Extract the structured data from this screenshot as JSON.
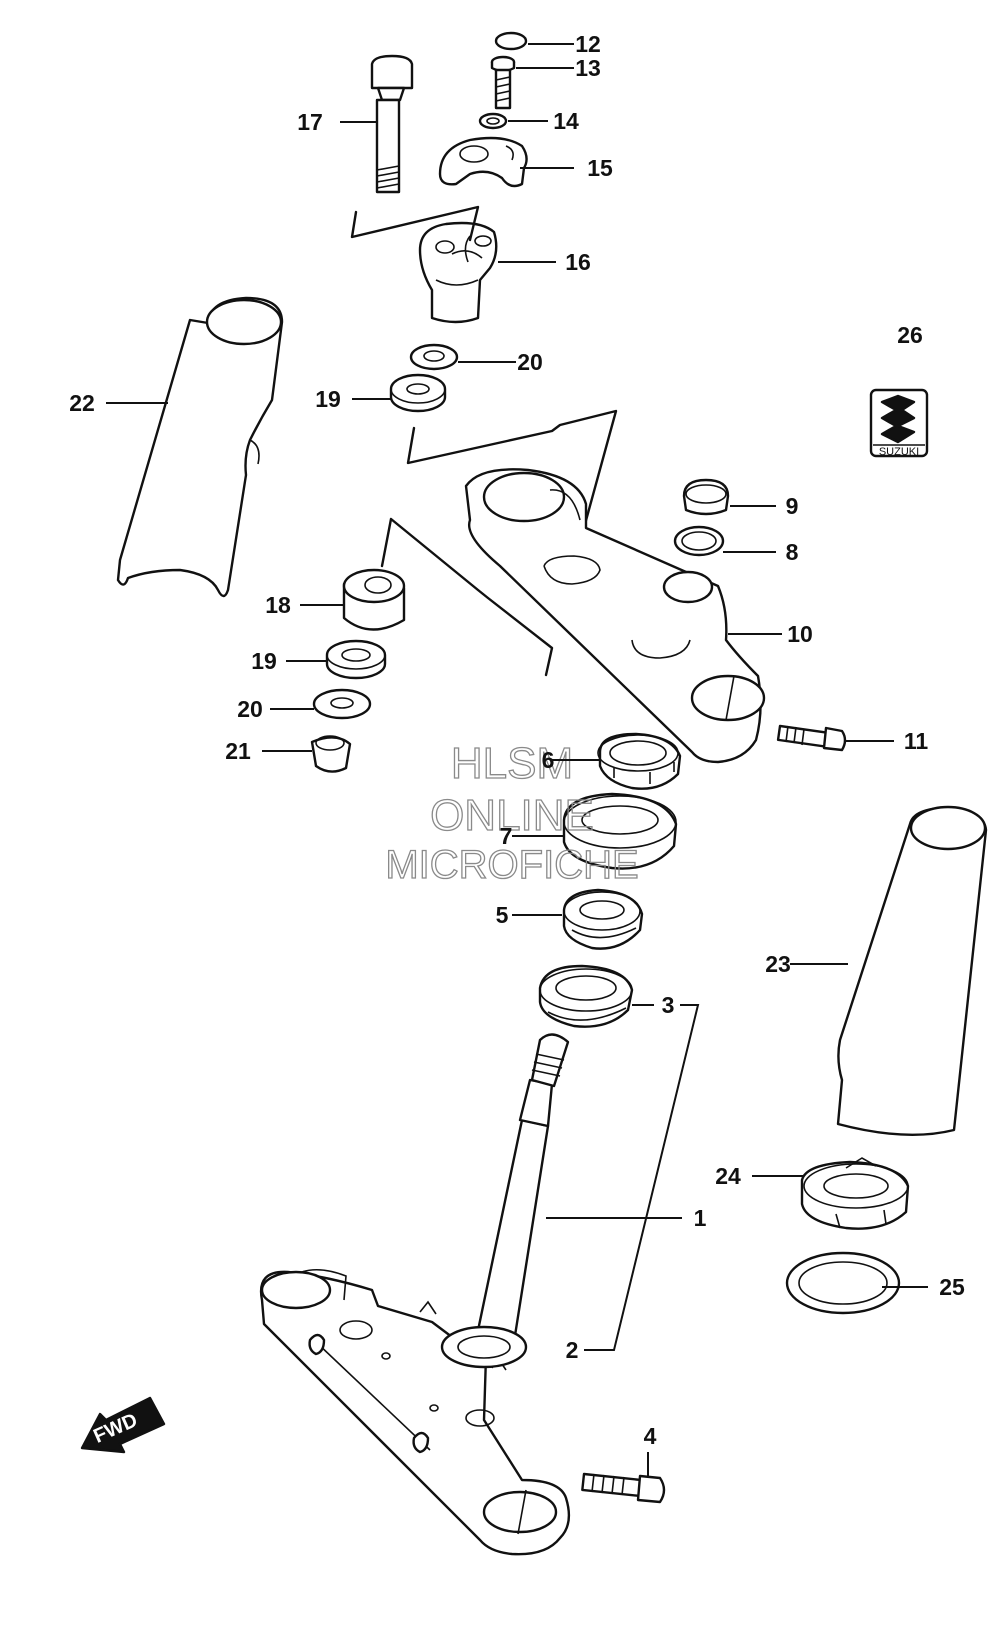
{
  "diagram": {
    "part_numbers": [
      "1",
      "2",
      "3",
      "4",
      "5",
      "6",
      "7",
      "8",
      "9",
      "10",
      "11",
      "12",
      "13",
      "14",
      "15",
      "16",
      "17",
      "18",
      "19",
      "20",
      "21",
      "22",
      "23",
      "24",
      "25",
      "26"
    ],
    "callouts": {
      "p1": "1",
      "p2": "2",
      "p3": "3",
      "p4": "4",
      "p5": "5",
      "p6": "6",
      "p7": "7",
      "p8": "8",
      "p9": "9",
      "p10": "10",
      "p11": "11",
      "p12": "12",
      "p13": "13",
      "p14": "14",
      "p15": "15",
      "p16": "16",
      "p17": "17",
      "p18": "18",
      "p19a": "19",
      "p19b": "19",
      "p20a": "20",
      "p20b": "20",
      "p21": "21",
      "p22": "22",
      "p23": "23",
      "p24": "24",
      "p25": "25",
      "p26": "26"
    },
    "logo_text": "SUZUKI",
    "direction_label": "FWD",
    "watermark": [
      "HLSM",
      "ONLINE",
      "MICROFICHE"
    ]
  }
}
